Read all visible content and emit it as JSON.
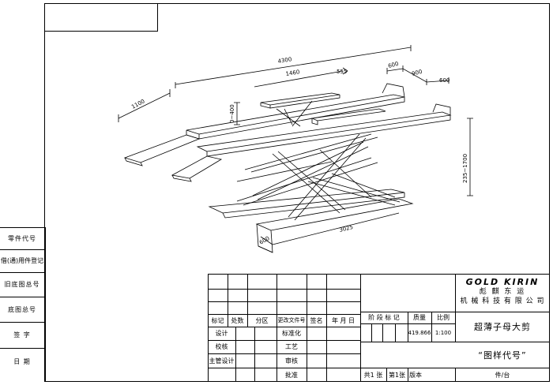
{
  "drawing": {
    "dims": {
      "total_length": "4300",
      "platform_length": "1460",
      "platform_end": "555",
      "ramp_length": "1100",
      "lift_height": "0~400",
      "max_height": "235~1700",
      "base_length": "3025",
      "base_width": "600",
      "top_600_left": "600",
      "top_900": "900",
      "top_600_right": "600"
    }
  },
  "side_panel": {
    "items": [
      {
        "label": "零件代号"
      },
      {
        "label": "借(通)用件登记"
      },
      {
        "label": "旧底图总号"
      },
      {
        "label": "底图总号"
      },
      {
        "label": "签 字"
      },
      {
        "label": "日 期"
      }
    ]
  },
  "title_block": {
    "headers": [
      "标记",
      "处数",
      "分区",
      "更改文件号",
      "签名",
      "年 月 日"
    ],
    "roles_left": [
      "设计",
      "校核",
      "主管设计"
    ],
    "roles_mid": [
      "标准化",
      "工艺",
      "审核",
      "批准"
    ],
    "stage_label": "阶 段 标 记",
    "weight_label": "质量",
    "scale_label": "比例",
    "weight_value": "419.866",
    "scale_value": "1:100",
    "sheet_total": "共1 张",
    "sheet_no": "第1张",
    "version_label": "版本",
    "piece_label": "件/台",
    "logo": "GOLD KIRIN",
    "company_line1": "彪 麒 东 运",
    "company_line2": "机 械 科 技 有 限 公 司",
    "product_name": "超薄子母大剪",
    "drawing_code": "“图样代号”"
  }
}
